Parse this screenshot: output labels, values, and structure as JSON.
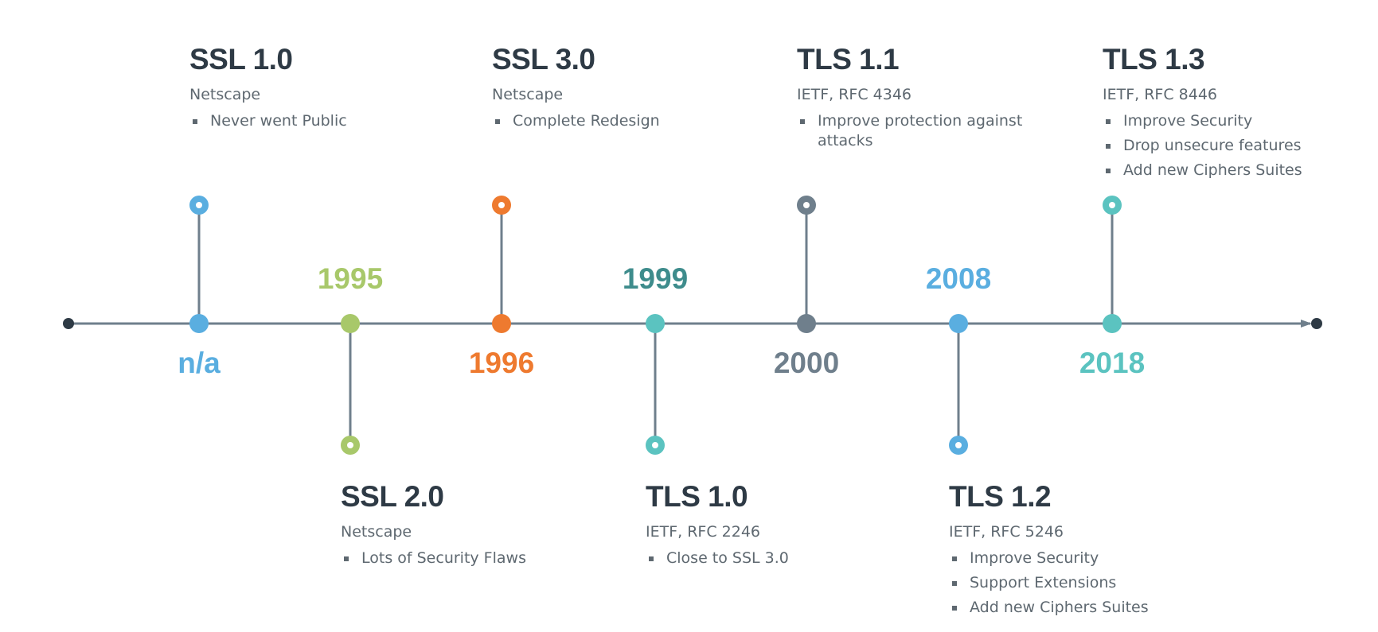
{
  "colors": {
    "axis": "#6f7f8c",
    "axis_end": "#2e3a45",
    "stem": "#6f7f8c",
    "title": "#2e3a45",
    "subtext": "#5e6870"
  },
  "events": [
    {
      "year": "n/a",
      "title": "SSL 1.0",
      "org": "Netscape",
      "features": [
        "Never went Public"
      ],
      "color": "#5aaee0",
      "side": "above"
    },
    {
      "year": "1995",
      "title": "SSL 2.0",
      "org": "Netscape",
      "features": [
        "Lots of Security Flaws"
      ],
      "color": "#a8c86a",
      "side": "below"
    },
    {
      "year": "1996",
      "title": "SSL 3.0",
      "org": "Netscape",
      "features": [
        "Complete Redesign"
      ],
      "color": "#ee7a2f",
      "side": "above"
    },
    {
      "year": "1999",
      "title": "TLS 1.0",
      "org": "IETF, RFC 2246",
      "features": [
        "Close to SSL 3.0"
      ],
      "color": "#5bc3c0",
      "year_color": "#3e8c8c",
      "side": "below"
    },
    {
      "year": "2000",
      "title": "TLS 1.1",
      "org": "IETF, RFC 4346",
      "features": [
        "Improve protection against attacks"
      ],
      "color": "#6f7f8c",
      "side": "above"
    },
    {
      "year": "2008",
      "title": "TLS 1.2",
      "org": "IETF, RFC 5246",
      "features": [
        "Improve Security",
        "Support Extensions",
        "Add new Ciphers Suites"
      ],
      "color": "#5aaee0",
      "side": "below"
    },
    {
      "year": "2018",
      "title": "TLS 1.3",
      "org": "IETF, RFC 8446",
      "features": [
        "Improve Security",
        "Drop unsecure features",
        "Add new Ciphers Suites"
      ],
      "color": "#5bc3c0",
      "side": "above"
    }
  ]
}
